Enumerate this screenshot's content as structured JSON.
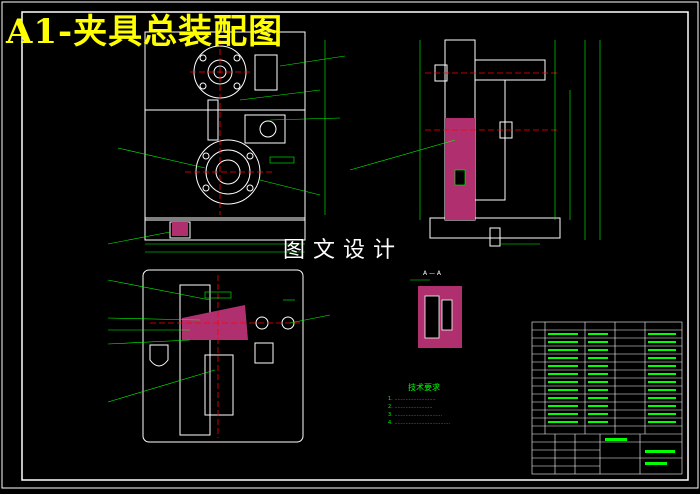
{
  "title": "A1-夹具总装配图",
  "watermark": "图文设计",
  "section_label": "A — A",
  "technical_notes": {
    "title": "技术要求",
    "lines": [
      "1. ..........................",
      "2. ........................",
      "3. ..............................",
      "4. ..................................."
    ]
  },
  "colors": {
    "background": "#000000",
    "frame": "#ffffff",
    "title": "#ffff00",
    "dimension": "#00ff00",
    "centerline": "#ff0000",
    "hatch": "#b0306f",
    "outline": "#ffffff"
  }
}
